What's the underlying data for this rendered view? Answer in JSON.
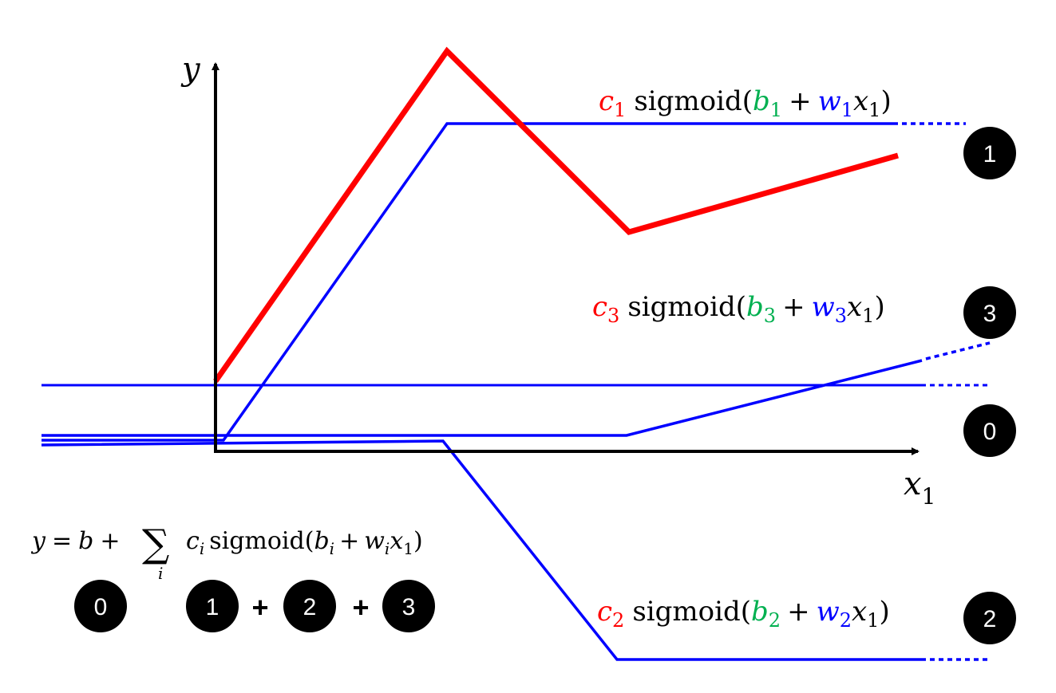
{
  "axes": {
    "y_label": "y",
    "x_label": "x",
    "x_subscript": "1"
  },
  "colors": {
    "red": "#ff0000",
    "blue": "#0000ff",
    "green": "#00b050",
    "black": "#000000"
  },
  "terms": [
    {
      "badge": "1",
      "coef": "c",
      "idx": "1",
      "fn": "sigmoid",
      "b": "b",
      "w": "w",
      "x": "x",
      "xsub": "1"
    },
    {
      "badge": "3",
      "coef": "c",
      "idx": "3",
      "fn": "sigmoid",
      "b": "b",
      "w": "w",
      "x": "x",
      "xsub": "1"
    },
    {
      "badge": "2",
      "coef": "c",
      "idx": "2",
      "fn": "sigmoid",
      "b": "b",
      "w": "w",
      "x": "x",
      "xsub": "1"
    }
  ],
  "constant_badge": "0",
  "formula": {
    "lhs": "y",
    "eq": "=",
    "b": "b",
    "plus": "+",
    "sum": "∑",
    "sum_index": "i",
    "coef": "c",
    "coef_index": "i",
    "fn": "sigmoid",
    "arg_b": "b",
    "arg_b_index": "i",
    "arg_w": "w",
    "arg_w_index": "i",
    "arg_x": "x",
    "arg_x_index": "1"
  },
  "bottom_row": {
    "badges": [
      "0",
      "1",
      "2",
      "3"
    ],
    "operators": [
      "+",
      "+"
    ]
  }
}
